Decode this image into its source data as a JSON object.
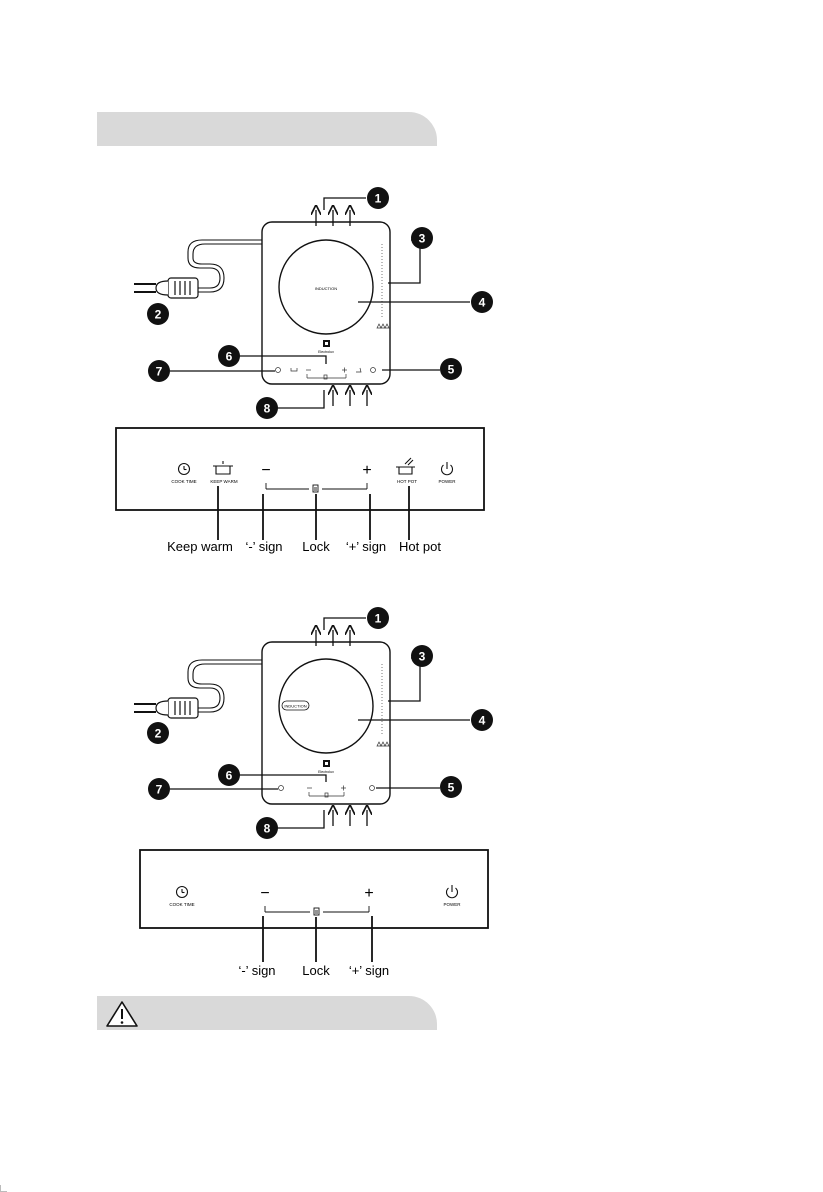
{
  "models": [
    {
      "hob": {
        "center_label": "INDUCTION",
        "brand": "Electrolux",
        "callouts": [
          "1",
          "2",
          "3",
          "4",
          "5",
          "6",
          "7",
          "8"
        ]
      },
      "panel": {
        "buttons": {
          "cook_time": "COOK TIME",
          "keep_warm": "KEEP WARM",
          "minus": "−",
          "plus": "+",
          "hot_pot": "HOT POT",
          "power": "POWER"
        },
        "captions": {
          "keep_warm": "Keep warm",
          "minus_sign": "‘-’ sign",
          "lock": "Lock",
          "plus_sign": "‘+’ sign",
          "hot_pot": "Hot pot"
        }
      }
    },
    {
      "hob": {
        "center_label": "INDUCTION",
        "brand": "Electrolux",
        "callouts": [
          "1",
          "2",
          "3",
          "4",
          "5",
          "6",
          "7",
          "8"
        ]
      },
      "panel": {
        "buttons": {
          "cook_time": "COOK TIME",
          "minus": "−",
          "plus": "+",
          "power": "POWER"
        },
        "captions": {
          "minus_sign": "‘-’ sign",
          "lock": "Lock",
          "plus_sign": "‘+’ sign"
        }
      }
    }
  ],
  "icons": {
    "warning": "warning-triangle-icon",
    "lock": "lock-icon",
    "power": "power-icon",
    "timer": "timer-icon",
    "pot": "pot-icon",
    "plug": "plug-icon"
  }
}
